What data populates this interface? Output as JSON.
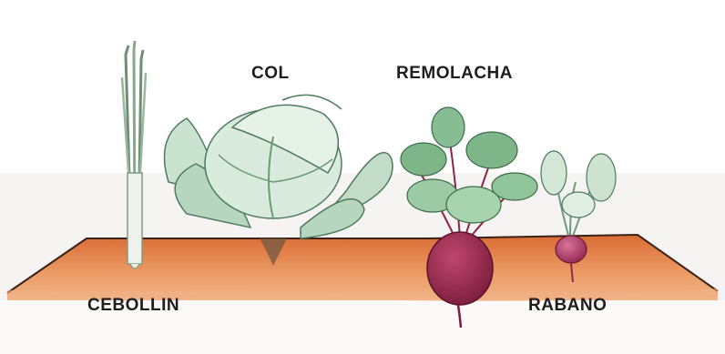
{
  "labels": {
    "col": "COL",
    "remolacha": "REMOLACHA",
    "cebollin": "CEBOLLIN",
    "rabano": "RABANO"
  },
  "colors": {
    "soil_top": "#d9642a",
    "soil_light": "#f2b184",
    "leaf_green": "#b9d8c2",
    "leaf_dark": "#5e8a6c",
    "beet": "#8e2346",
    "radish": "#b24468",
    "scallion": "#7f9d82"
  }
}
